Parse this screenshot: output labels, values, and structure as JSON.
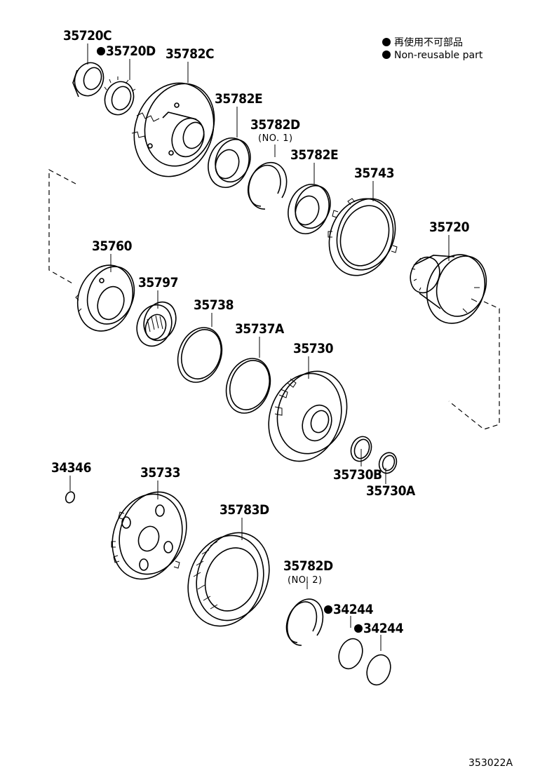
{
  "legend": {
    "ja": "再使用不可部品",
    "en": "Non-reusable part"
  },
  "labels": {
    "p35720C": "35720C",
    "p35720D": "35720D",
    "p35782C": "35782C",
    "p35782E_a": "35782E",
    "p35782D_1": "35782D",
    "p35782D_1_sub": "(NO. 1)",
    "p35782E_b": "35782E",
    "p35743": "35743",
    "p35720": "35720",
    "p35760": "35760",
    "p35797": "35797",
    "p35738": "35738",
    "p35737A": "35737A",
    "p35730": "35730",
    "p34346": "34346",
    "p35733": "35733",
    "p35783D": "35783D",
    "p35730B": "35730B",
    "p35730A": "35730A",
    "p35782D_2": "35782D",
    "p35782D_2_sub": "(NO. 2)",
    "p34244_a": "34244",
    "p34244_b": "34244"
  },
  "non_reusable_marker": "filled-circle",
  "reference": "353022A"
}
